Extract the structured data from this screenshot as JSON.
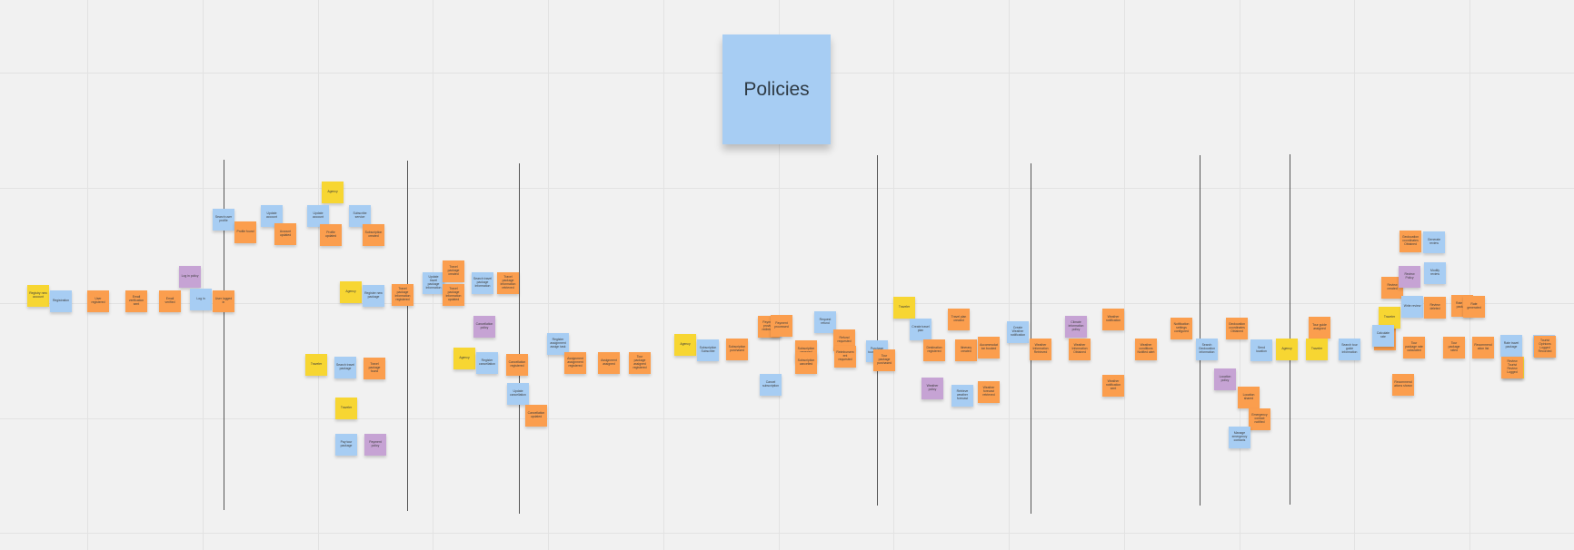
{
  "board": {
    "title": "Policies",
    "colors": {
      "orange": "#fb9e4e",
      "blue": "#a7cdf3",
      "yellow": "#f7d632",
      "purple": "#c6a3d4",
      "grid": "#e2e2e2",
      "background": "#f1f1f1"
    }
  },
  "stickies": [
    {
      "color": "yellow",
      "text": "Registry new account"
    },
    {
      "color": "blue",
      "text": "Registration"
    },
    {
      "color": "orange",
      "text": "User registered"
    },
    {
      "color": "orange",
      "text": "Email verification sent"
    },
    {
      "color": "orange",
      "text": "Email verified"
    },
    {
      "color": "purple",
      "text": "Log in policy"
    },
    {
      "color": "blue",
      "text": "Log in"
    },
    {
      "color": "orange",
      "text": "User logged in"
    },
    {
      "color": "blue",
      "text": "Search user profile"
    },
    {
      "color": "orange",
      "text": "Profile found"
    },
    {
      "color": "blue",
      "text": "Update account"
    },
    {
      "color": "orange",
      "text": "Account updated"
    },
    {
      "color": "yellow",
      "text": "Agency"
    },
    {
      "color": "blue",
      "text": "Update account"
    },
    {
      "color": "orange",
      "text": "Profile updated"
    },
    {
      "color": "blue",
      "text": "Subscribe service"
    },
    {
      "color": "orange",
      "text": "Subscription created"
    },
    {
      "color": "yellow",
      "text": "Agency"
    },
    {
      "color": "blue",
      "text": "Register new package"
    },
    {
      "color": "orange",
      "text": "Travel package information registered"
    },
    {
      "color": "blue",
      "text": "Update travel package information"
    },
    {
      "color": "orange",
      "text": "Travel package created"
    },
    {
      "color": "orange",
      "text": "Travel package information updated"
    },
    {
      "color": "blue",
      "text": "Search travel package information"
    },
    {
      "color": "orange",
      "text": "Travel package information retrieved"
    },
    {
      "color": "purple",
      "text": "Cancellation policy"
    },
    {
      "color": "yellow",
      "text": "Agency"
    },
    {
      "color": "blue",
      "text": "Register cancellation"
    },
    {
      "color": "orange",
      "text": "Cancellation registered"
    },
    {
      "color": "blue",
      "text": "Update cancellation"
    },
    {
      "color": "orange",
      "text": "Cancellation updated"
    },
    {
      "color": "blue",
      "text": "Register assignment assign task"
    },
    {
      "color": "orange",
      "text": "Assignment assignment registered"
    },
    {
      "color": "orange",
      "text": "Assignment assigned"
    },
    {
      "color": "orange",
      "text": "Tour package assigned registered"
    },
    {
      "color": "yellow",
      "text": "Agency"
    },
    {
      "color": "blue",
      "text": "Subscription Subscribe"
    },
    {
      "color": "orange",
      "text": "Subscription purchased"
    },
    {
      "color": "blue",
      "text": "Renew subscription"
    },
    {
      "color": "orange",
      "text": "Subscription renewed"
    },
    {
      "color": "blue",
      "text": "Cancel subscription"
    },
    {
      "color": "orange",
      "text": "Subscription cancelled"
    },
    {
      "color": "yellow",
      "text": "Traveler"
    },
    {
      "color": "blue",
      "text": "Search travel package"
    },
    {
      "color": "orange",
      "text": "Travel package found"
    },
    {
      "color": "yellow",
      "text": "Traveler"
    },
    {
      "color": "blue",
      "text": "Pay tour package"
    },
    {
      "color": "purple",
      "text": "Payment policy"
    },
    {
      "color": "orange",
      "text": "Payment provider redirected"
    },
    {
      "color": "orange",
      "text": "Payment processed"
    },
    {
      "color": "blue",
      "text": "Request refund"
    },
    {
      "color": "orange",
      "text": "Refund requested"
    },
    {
      "color": "orange",
      "text": "Reimbursement requested"
    },
    {
      "color": "blue",
      "text": "Purchase tour package"
    },
    {
      "color": "orange",
      "text": "Tour package purchased"
    },
    {
      "color": "yellow",
      "text": "Traveler"
    },
    {
      "color": "blue",
      "text": "Create travel plan"
    },
    {
      "color": "orange",
      "text": "Travel plan created"
    },
    {
      "color": "orange",
      "text": "Destination registered"
    },
    {
      "color": "orange",
      "text": "Itinerary created"
    },
    {
      "color": "orange",
      "text": "Accommodation booked"
    },
    {
      "color": "purple",
      "text": "Weather policy"
    },
    {
      "color": "blue",
      "text": "Retrieve weather forecast"
    },
    {
      "color": "orange",
      "text": "Weather forecast retrieved"
    },
    {
      "color": "blue",
      "text": "Create Weather notification"
    },
    {
      "color": "orange",
      "text": "Weather Information Retrieved"
    },
    {
      "color": "purple",
      "text": "Climate information policy"
    },
    {
      "color": "orange",
      "text": "Weather Information Obtained"
    },
    {
      "color": "orange",
      "text": "Weather notification"
    },
    {
      "color": "orange",
      "text": "Weather notification sent"
    },
    {
      "color": "orange",
      "text": "Weather conditions Notified alert"
    },
    {
      "color": "orange",
      "text": "Notification settings configured"
    },
    {
      "color": "blue",
      "text": "Search Geolocation information"
    },
    {
      "color": "orange",
      "text": "Geolocation coordinates Obtained"
    },
    {
      "color": "blue",
      "text": "Send location"
    },
    {
      "color": "purple",
      "text": "Location policy"
    },
    {
      "color": "orange",
      "text": "Location shared"
    },
    {
      "color": "orange",
      "text": "Emergency contact notified"
    },
    {
      "color": "blue",
      "text": "Manage emergency contacts"
    },
    {
      "color": "yellow",
      "text": "Agency"
    },
    {
      "color": "orange",
      "text": "Tour guide assigned"
    },
    {
      "color": "yellow",
      "text": "Traveler"
    },
    {
      "color": "blue",
      "text": "Search tour guide information"
    },
    {
      "color": "orange",
      "text": "Geolocation coordinates Obtained"
    },
    {
      "color": "blue",
      "text": "Generate review"
    },
    {
      "color": "orange",
      "text": "Review created"
    },
    {
      "color": "purple",
      "text": "Review Policy"
    },
    {
      "color": "blue",
      "text": "Modify review"
    },
    {
      "color": "orange",
      "text": "Review modified"
    },
    {
      "color": "yellow",
      "text": "Traveler"
    },
    {
      "color": "blue",
      "text": "Write review"
    },
    {
      "color": "orange",
      "text": "Review deleted"
    },
    {
      "color": "orange",
      "text": "Rate tour package"
    },
    {
      "color": "blue",
      "text": "Calculate rate"
    },
    {
      "color": "orange",
      "text": "Tour package rate calculated"
    },
    {
      "color": "orange",
      "text": "Tour package rated"
    },
    {
      "color": "orange",
      "text": "Recommendation list"
    },
    {
      "color": "orange",
      "text": "Recommendations shown"
    },
    {
      "color": "orange",
      "text": "Rate generated"
    },
    {
      "color": "blue",
      "text": "Rate travel package"
    },
    {
      "color": "yellow",
      "text": "Traveler"
    },
    {
      "color": "blue",
      "text": "Rate tourist"
    },
    {
      "color": "orange",
      "text": "Review Tourist Review Logged"
    },
    {
      "color": "orange",
      "text": "Tourist Opinions Logged Recorded"
    }
  ]
}
